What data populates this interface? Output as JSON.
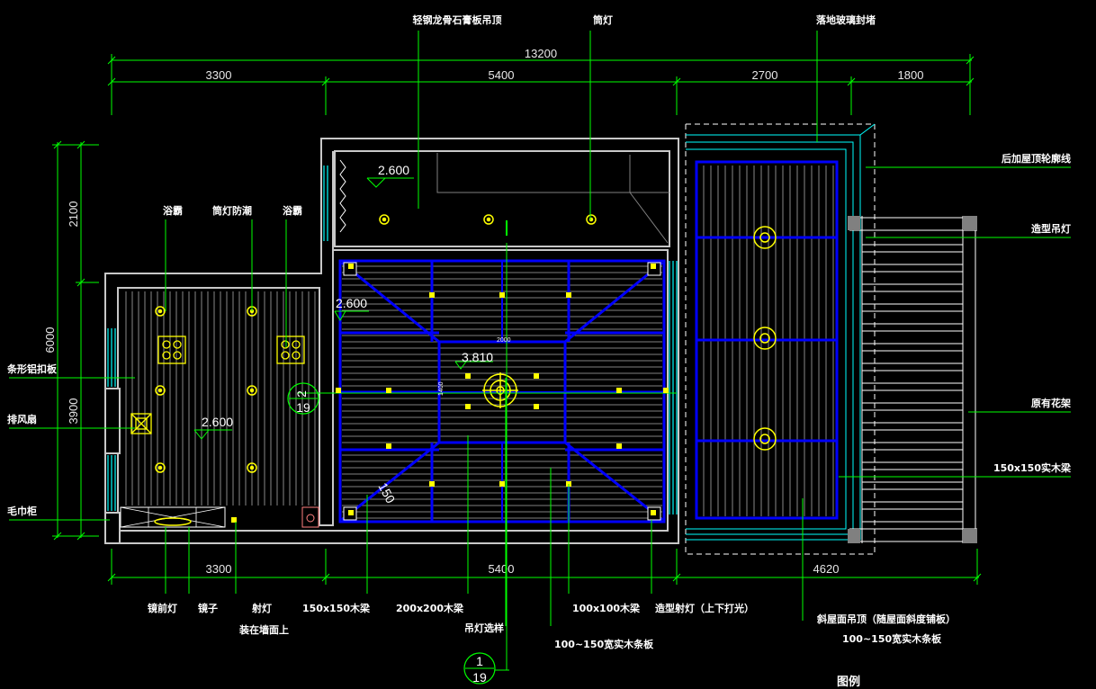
{
  "dimensions": {
    "top_total": "13200",
    "top_segments": [
      "3300",
      "5400",
      "2700",
      "1800"
    ],
    "bottom_segments": [
      "3300",
      "5400",
      "4620"
    ],
    "left_total": "6000",
    "left_segments": [
      "2100",
      "3900"
    ],
    "beam_small": "2000",
    "beam_side": "1400",
    "diag": "150"
  },
  "levels": {
    "upper_room": "2.600",
    "main_room": "2.600",
    "bath": "2.600",
    "center": "3.810"
  },
  "labels": {
    "top_gypsum": "轻钢龙骨石膏板吊顶",
    "top_downlight": "筒灯",
    "top_glass": "落地玻璃封堵",
    "left_heater1": "浴霸",
    "left_downlight_fog": "筒灯防潮",
    "left_heater2": "浴霸",
    "left_aluminum": "条形铝扣板",
    "left_fan": "排风扇",
    "left_towel": "毛巾柜",
    "right_roof_line": "后加屋顶轮廓线",
    "right_chandelier": "造型吊灯",
    "right_flower": "原有花架",
    "right_beam": "150x150实木梁",
    "b_mirror_light": "镜前灯",
    "b_mirror": "镜子",
    "b_spot": "射灯",
    "b_spot_wall": "装在墙面上",
    "b_beam150": "150x150木梁",
    "b_beam200": "200x200木梁",
    "b_chandelier": "吊灯选样",
    "b_beam100": "100x100木梁",
    "b_wood_strip": "100~150宽实木条板",
    "b_shape_spot": "造型射灯（上下打光）",
    "b_slope": "斜屋面吊顶（随屋面斜度铺板）",
    "b_wood_strip2": "100~150宽实木条板",
    "legend": "图例"
  },
  "symbols": {
    "section_a_top": "2",
    "section_a_bottom": "19",
    "section_b_top": "1",
    "section_b_bottom": "19"
  },
  "colors": {
    "background": "#000000",
    "wall": "#c8c8c8",
    "leader": "#00ff00",
    "beam": "#0000ff",
    "fixture": "#ffff00",
    "glass": "#00ffff",
    "text": "#ffffff"
  }
}
